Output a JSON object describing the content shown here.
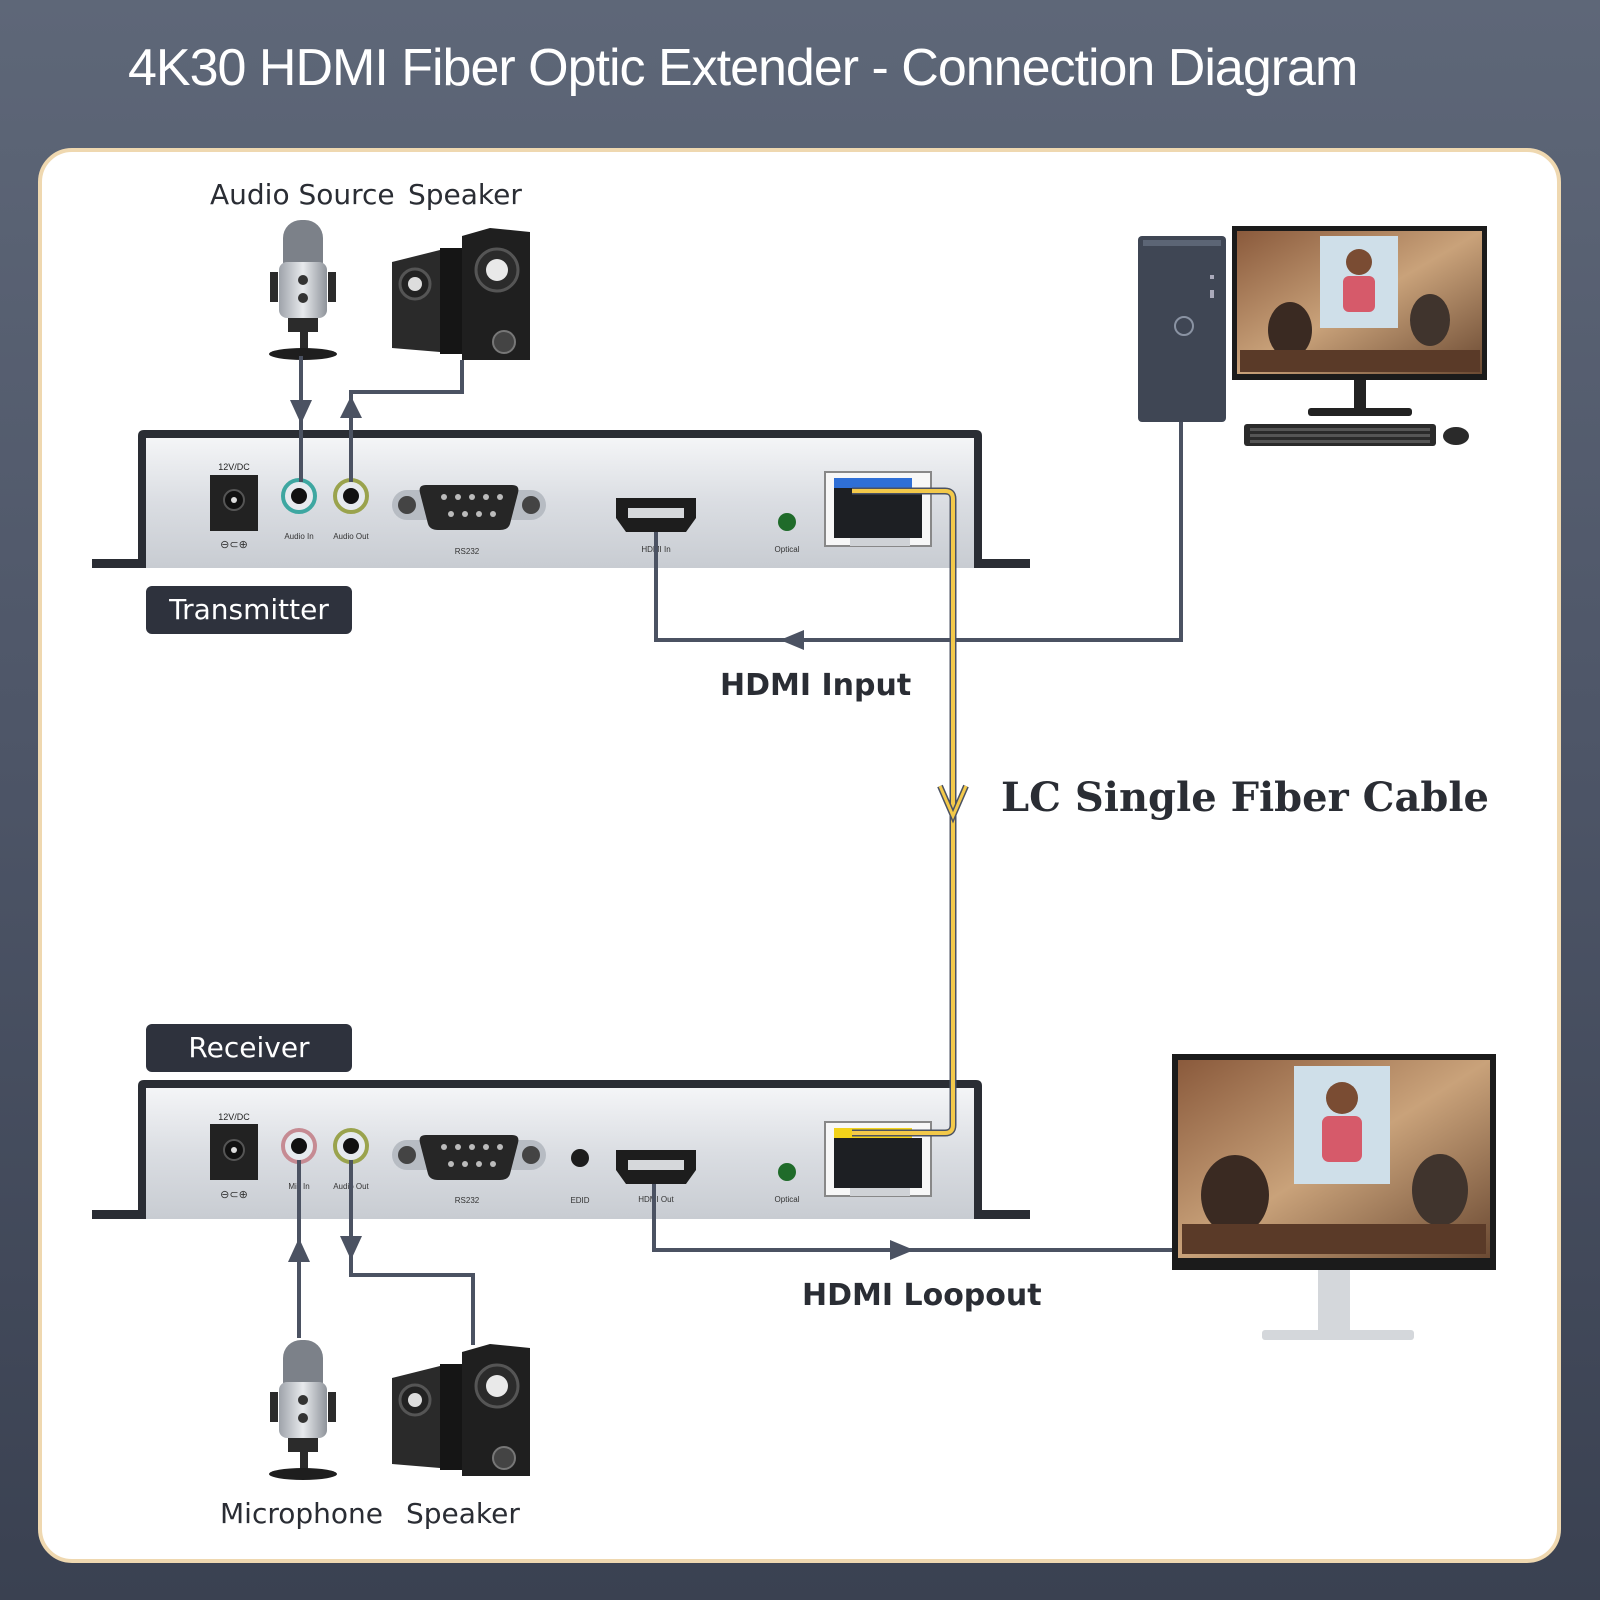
{
  "title": "4K30 HDMI Fiber Optic Extender - Connection Diagram",
  "labels": {
    "audio_source": "Audio Source",
    "speaker_top": "Speaker",
    "transmitter": "Transmitter",
    "receiver": "Receiver",
    "hdmi_input": "HDMI Input",
    "fiber_cable": "LC Single Fiber Cable",
    "hdmi_loopout": "HDMI Loopout",
    "microphone": "Microphone",
    "speaker_bottom": "Speaker"
  },
  "transmitter_ports": {
    "power": "12V/DC",
    "audio_in": "Audio In",
    "audio_out": "Audio Out",
    "rs232": "RS232",
    "hdmi_in": "HDMI In",
    "optical": "Optical"
  },
  "receiver_ports": {
    "power": "12V/DC",
    "mic_in": "Mic In",
    "audio_out": "Audio Out",
    "rs232": "RS232",
    "edid": "EDID",
    "hdmi_out": "HDMI Out",
    "optical": "Optical"
  },
  "colors": {
    "background": "#4e5668",
    "panel": "#ffffff",
    "panel_border": "#efd8b0",
    "cable": "#4b5262",
    "fiber": "#f3c94a",
    "tag": "#2e323d",
    "sfp_blue": "#2f6fd6",
    "sfp_yellow": "#f2d21a"
  }
}
